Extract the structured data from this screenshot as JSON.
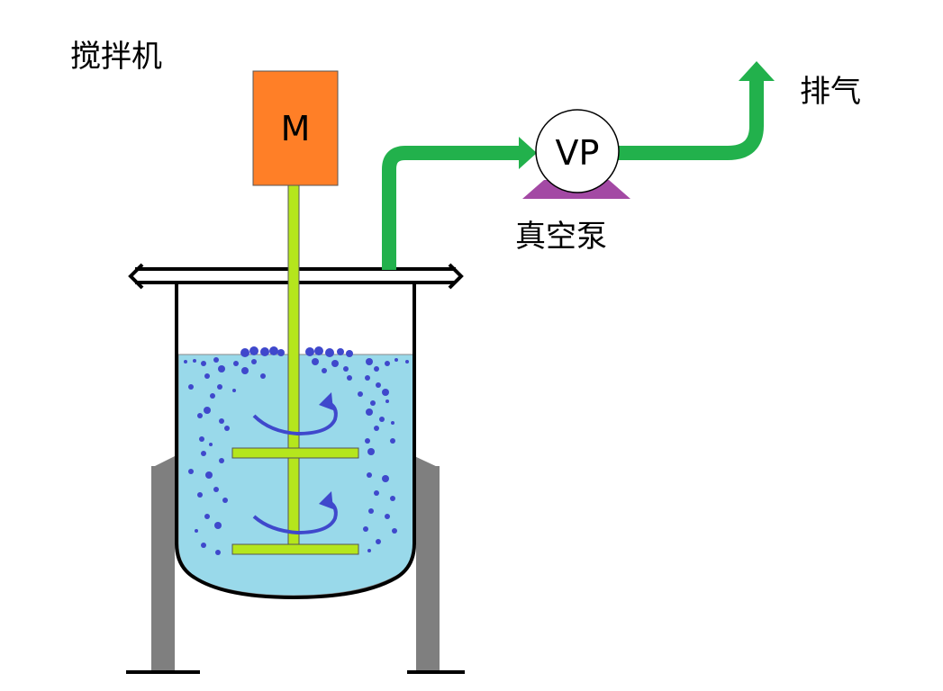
{
  "title": "搅拌机",
  "motor": {
    "label": "M"
  },
  "pump": {
    "label": "VP",
    "caption": "真空泵"
  },
  "exhaust": {
    "label": "排气"
  },
  "colors": {
    "motor": "#ff7f27",
    "shaft": "#b5e61d",
    "pipe": "#22b14c",
    "liquid": "#99d9ea",
    "pump_base": "#a349a4",
    "leg": "#7f7f7f",
    "stir_arrow": "#3f48cc",
    "particle": "#3f48cc"
  }
}
